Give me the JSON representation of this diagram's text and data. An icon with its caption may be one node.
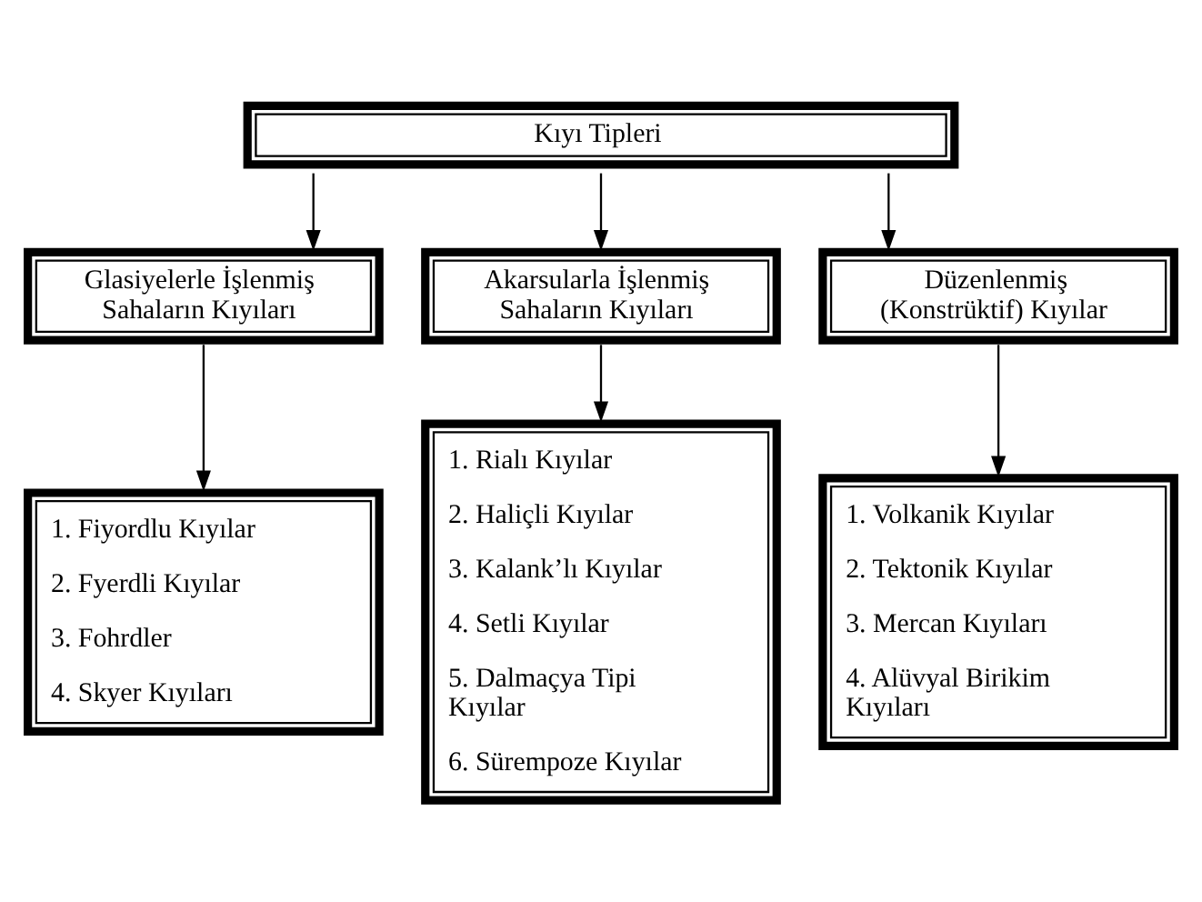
{
  "diagram": {
    "nodes": [
      {
        "text": [
          "Kıyı Tipleri"
        ]
      },
      {
        "text": [
          "Glasiyelerle İşlenmiş Sahaların Kıyıları"
        ]
      },
      {
        "text": [
          "Akarsularla İşlenmiş Sahaların Kıyıları"
        ]
      },
      {
        "text": [
          "Düzenlenmiş (Konstrüktif) Kıyılar"
        ]
      },
      {
        "text": [
          "1. Fiyordlu Kıyılar",
          "2. Fyerdli Kıyılar",
          "3. Fohrdler",
          "4. Skyer Kıyıları"
        ]
      },
      {
        "text": [
          "1. Rialı Kıyılar",
          "2. Haliçli Kıyılar",
          "3. Kalank’lı Kıyılar",
          "4. Setli Kıyılar",
          "5. Dalmaçya Tipi Kıyılar",
          "6. Sürempoze Kıyılar"
        ]
      },
      {
        "text": [
          "1. Volkanik Kıyılar",
          "2. Tektonik Kıyılar",
          "3. Mercan Kıyıları",
          "4. Alüvyal Birikim Kıyıları"
        ]
      }
    ],
    "edges": [
      {
        "from": 0,
        "to": 1,
        "arrow": "to"
      },
      {
        "from": 0,
        "to": 2,
        "arrow": "to"
      },
      {
        "from": 0,
        "to": 3,
        "arrow": "to"
      },
      {
        "from": 1,
        "to": 4,
        "arrow": "to"
      },
      {
        "from": 2,
        "to": 5,
        "arrow": "to"
      },
      {
        "from": 3,
        "to": 6,
        "arrow": "to"
      }
    ]
  }
}
